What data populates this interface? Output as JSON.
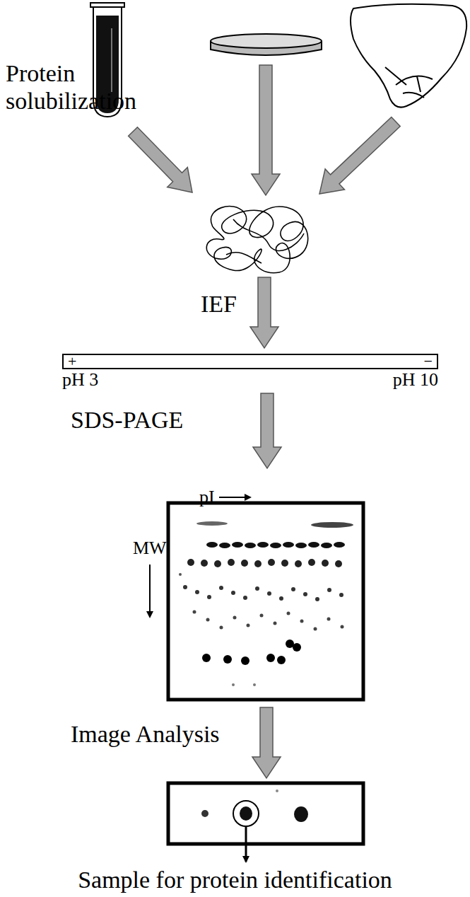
{
  "diagram": {
    "nodes": [
      {
        "text": [
          "+",
          "−"
        ]
      }
    ],
    "labels": [
      "Protein solubilization",
      "IEF",
      "pH 3",
      "pH 10",
      "SDS-PAGE",
      "pI",
      "MW",
      "Image Analysis",
      "Sample for protein identification"
    ]
  }
}
